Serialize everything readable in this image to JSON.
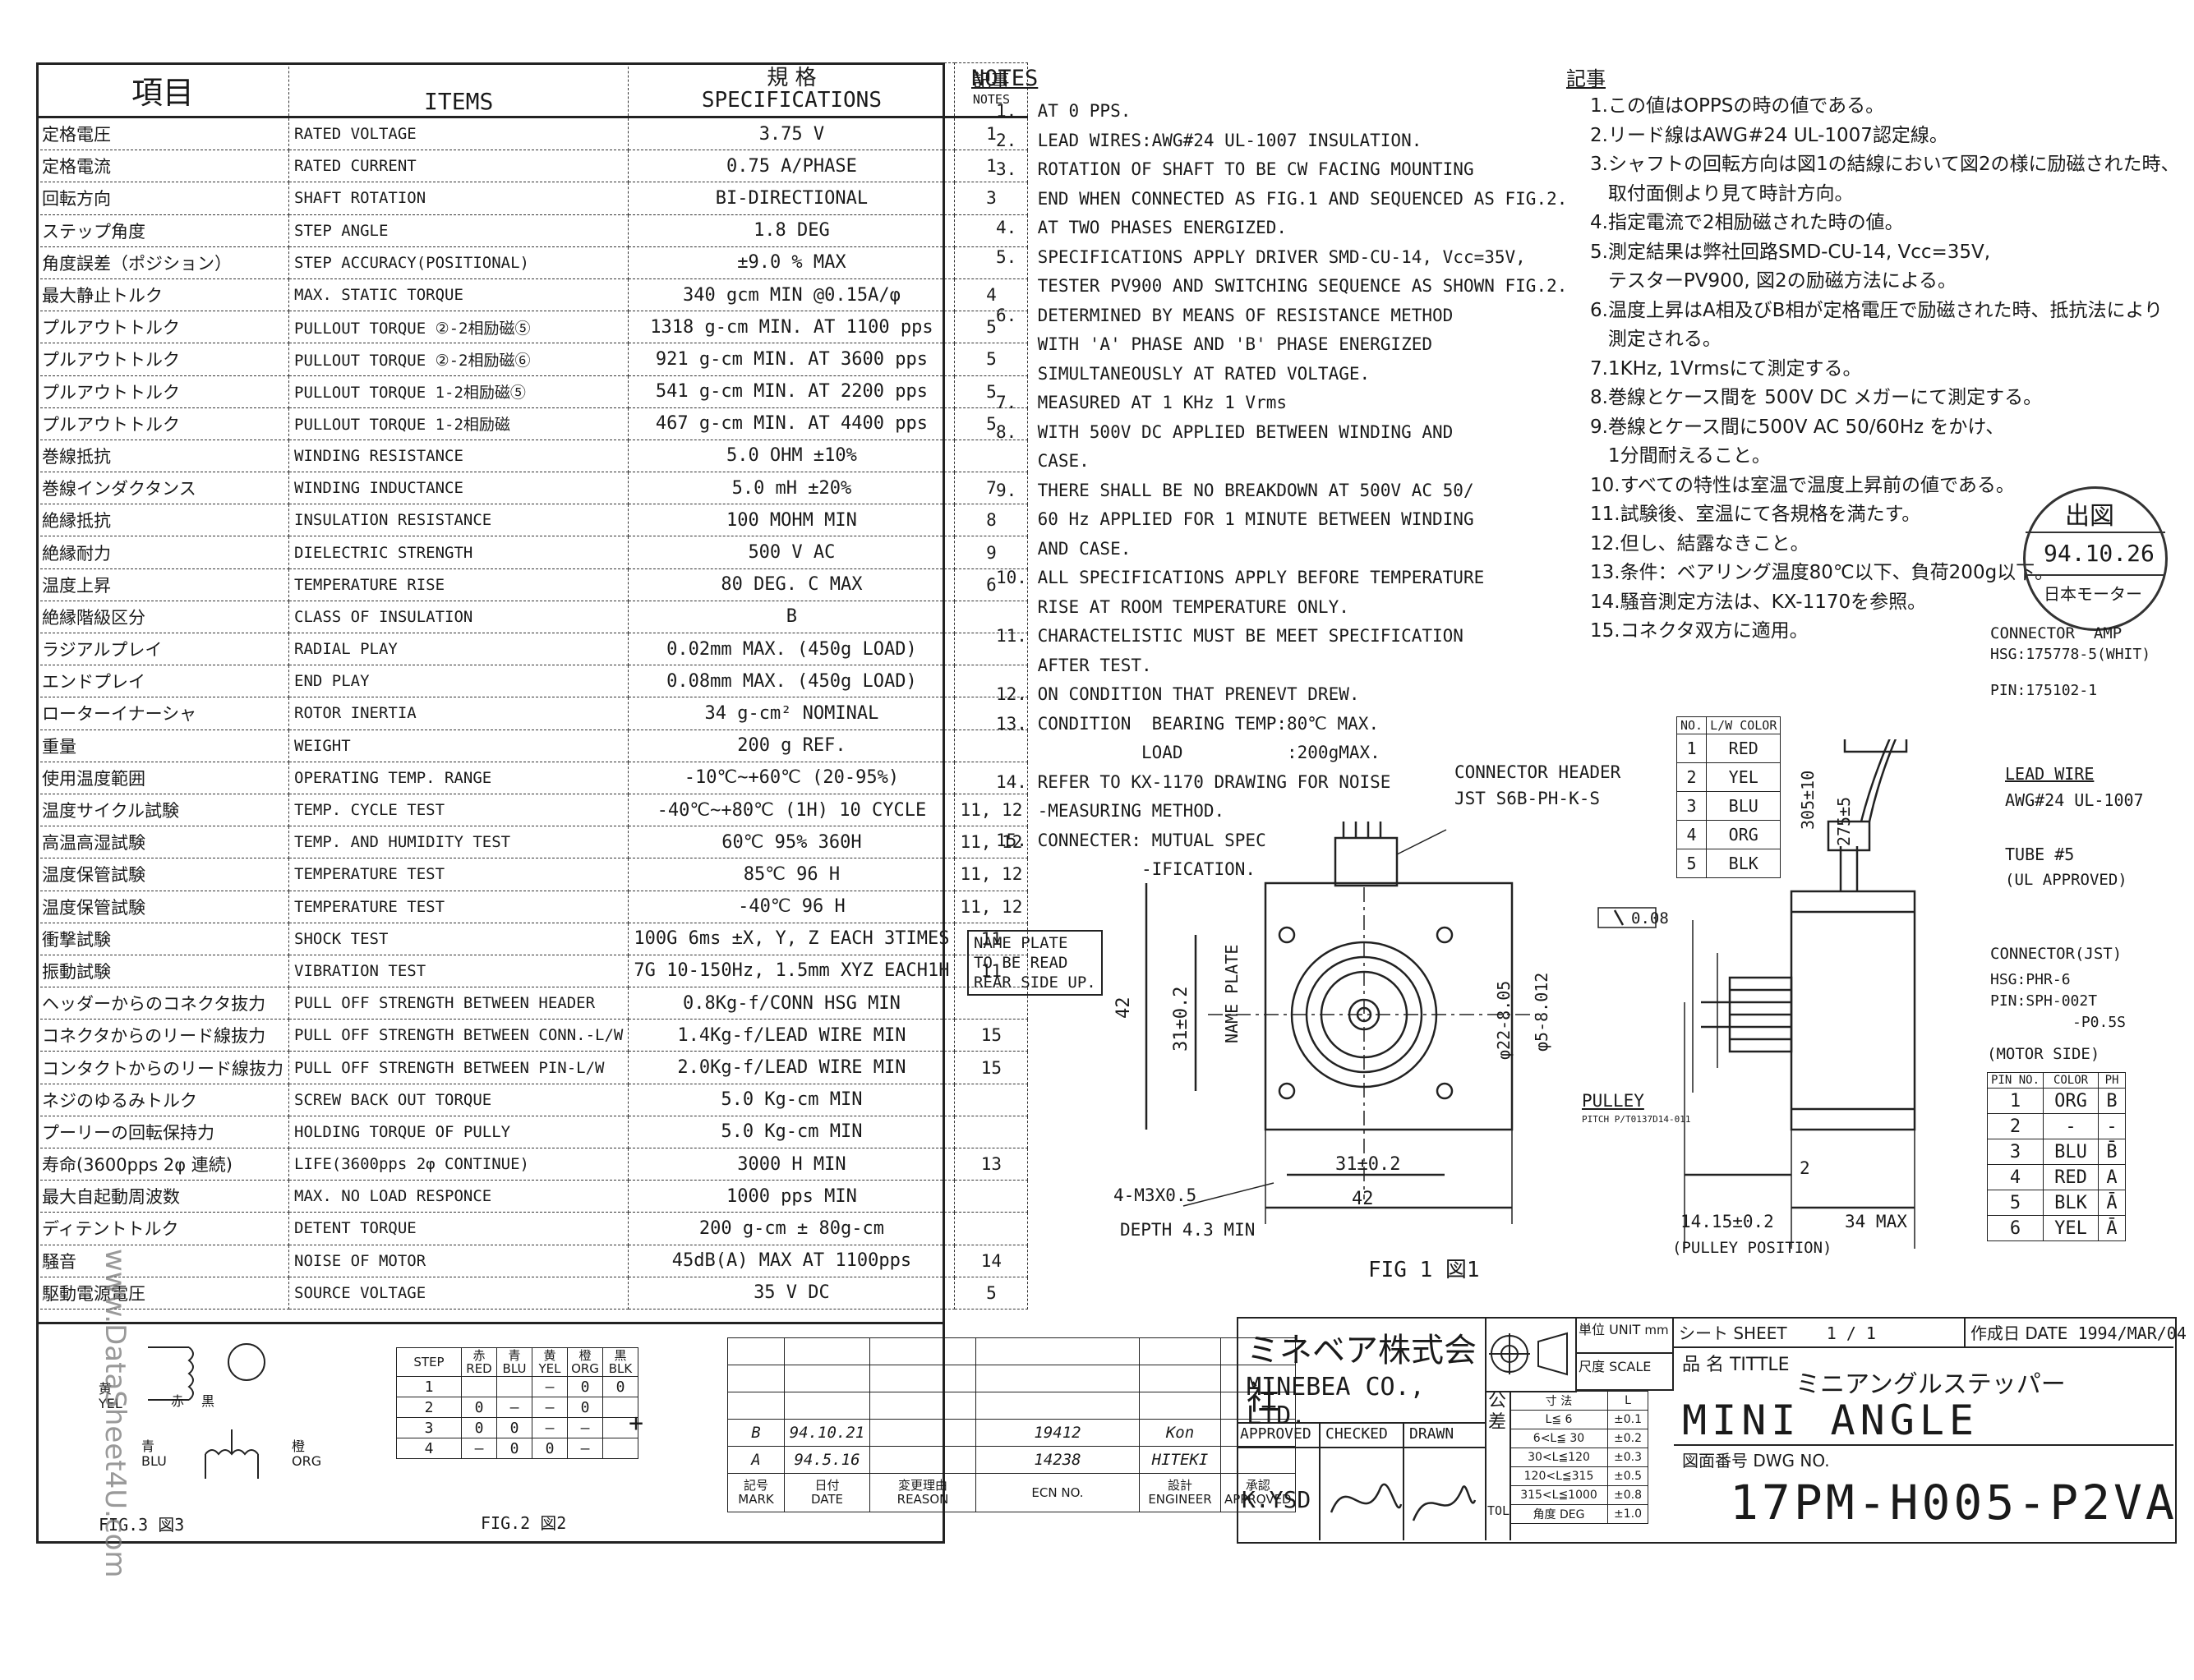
{
  "header": {
    "items_jp": "項目",
    "items_en": "ITEMS",
    "spec_jp": "規  格",
    "spec_en": "SPECIFICATIONS",
    "notes_jp": "記事",
    "notes_en": "NOTES"
  },
  "spec_rows": [
    {
      "jp": "定格電圧",
      "en": "RATED VOLTAGE",
      "spec": "3.75 V",
      "note": "1"
    },
    {
      "jp": "定格電流",
      "en": "RATED CURRENT",
      "spec": "0.75 A/PHASE",
      "note": "1"
    },
    {
      "jp": "回転方向",
      "en": "SHAFT ROTATION",
      "spec": "BI-DIRECTIONAL",
      "note": "3"
    },
    {
      "jp": "ステップ角度",
      "en": "STEP ANGLE",
      "spec": "1.8 DEG",
      "note": ""
    },
    {
      "jp": "角度誤差（ポジション）",
      "en": "STEP ACCURACY(POSITIONAL)",
      "spec": "±9.0 % MAX",
      "note": ""
    },
    {
      "jp": "最大静止トルク",
      "en": "MAX. STATIC TORQUE",
      "spec": "340 gcm MIN @0.15A/φ",
      "note": "4"
    },
    {
      "jp": "プルアウトトルク",
      "en": "PULLOUT TORQUE ②-2相励磁⑤",
      "spec": "1318 g-cm MIN. AT 1100 pps",
      "note": "5"
    },
    {
      "jp": "プルアウトトルク",
      "en": "PULLOUT TORQUE ②-2相励磁⑥",
      "spec": "921 g-cm MIN. AT 3600 pps",
      "note": "5"
    },
    {
      "jp": "プルアウトトルク",
      "en": "PULLOUT TORQUE 1-2相励磁⑤",
      "spec": "541 g-cm MIN. AT 2200 pps",
      "note": "5"
    },
    {
      "jp": "プルアウトトルク",
      "en": "PULLOUT TORQUE 1-2相励磁",
      "spec": "467 g-cm MIN. AT 4400 pps",
      "note": "5"
    },
    {
      "jp": "巻線抵抗",
      "en": "WINDING RESISTANCE",
      "spec": "5.0 OHM ±10%",
      "note": ""
    },
    {
      "jp": "巻線インダクタンス",
      "en": "WINDING INDUCTANCE",
      "spec": "5.0 mH ±20%",
      "note": "7"
    },
    {
      "jp": "絶縁抵抗",
      "en": "INSULATION RESISTANCE",
      "spec": "100 MOHM MIN",
      "note": "8"
    },
    {
      "jp": "絶縁耐力",
      "en": "DIELECTRIC STRENGTH",
      "spec": "500 V AC",
      "note": "9"
    },
    {
      "jp": "温度上昇",
      "en": "TEMPERATURE RISE",
      "spec": "80 DEG. C MAX",
      "note": "6"
    },
    {
      "jp": "絶縁階級区分",
      "en": "CLASS OF INSULATION",
      "spec": "B",
      "note": ""
    },
    {
      "jp": "ラジアルプレイ",
      "en": "RADIAL PLAY",
      "spec": "0.02mm MAX. (450g LOAD)",
      "note": ""
    },
    {
      "jp": "エンドプレイ",
      "en": "END PLAY",
      "spec": "0.08mm MAX. (450g LOAD)",
      "note": ""
    },
    {
      "jp": "ローターイナーシャ",
      "en": "ROTOR INERTIA",
      "spec": "34 g-cm² NOMINAL",
      "note": ""
    },
    {
      "jp": "重量",
      "en": "WEIGHT",
      "spec": "200 g REF.",
      "note": ""
    },
    {
      "jp": "使用温度範囲",
      "en": "OPERATING TEMP. RANGE",
      "spec": "-10℃~+60℃ (20-95%)",
      "note": ""
    },
    {
      "jp": "温度サイクル試験",
      "en": "TEMP. CYCLE TEST",
      "spec": "-40℃~+80℃ (1H) 10 CYCLE",
      "note": "11, 12"
    },
    {
      "jp": "高温高湿試験",
      "en": "TEMP. AND HUMIDITY TEST",
      "spec": "60℃ 95% 360H",
      "note": "11, 12"
    },
    {
      "jp": "温度保管試験",
      "en": "TEMPERATURE TEST",
      "spec": "85℃ 96 H",
      "note": "11, 12"
    },
    {
      "jp": "温度保管試験",
      "en": "TEMPERATURE TEST",
      "spec": "-40℃ 96 H",
      "note": "11, 12"
    },
    {
      "jp": "衝撃試験",
      "en": "SHOCK TEST",
      "spec": "100G 6ms ±X, Y, Z EACH 3TIMES",
      "note": "11"
    },
    {
      "jp": "振動試験",
      "en": "VIBRATION TEST",
      "spec": "7G 10-150Hz, 1.5mm XYZ EACH1H",
      "note": "11"
    },
    {
      "jp": "ヘッダーからのコネクタ抜力",
      "en": "PULL OFF STRENGTH BETWEEN HEADER",
      "spec": "0.8Kg-f/CONN HSG MIN",
      "note": ""
    },
    {
      "jp": "コネクタからのリード線抜力",
      "en": "PULL OFF STRENGTH BETWEEN CONN.-L/W",
      "spec": "1.4Kg-f/LEAD WIRE MIN",
      "note": "15"
    },
    {
      "jp": "コンタクトからのリード線抜力",
      "en": "PULL OFF STRENGTH BETWEEN PIN-L/W",
      "spec": "2.0Kg-f/LEAD WIRE MIN",
      "note": "15"
    },
    {
      "jp": "ネジのゆるみトルク",
      "en": "SCREW BACK OUT TORQUE",
      "spec": "5.0 Kg-cm MIN",
      "note": ""
    },
    {
      "jp": "プーリーの回転保持力",
      "en": "HOLDING TORQUE OF PULLY",
      "spec": "5.0 Kg-cm MIN",
      "note": ""
    },
    {
      "jp": "寿命(3600pps 2φ 連続)",
      "en": "LIFE(3600pps 2φ CONTINUE)",
      "spec": "3000 H MIN",
      "note": "13"
    },
    {
      "jp": "最大自起動周波数",
      "en": "MAX. NO LOAD RESPONCE",
      "spec": "1000 pps MIN",
      "note": ""
    },
    {
      "jp": "ディテントトルク",
      "en": "DETENT TORQUE",
      "spec": "200 g-cm ± 80g-cm",
      "note": ""
    },
    {
      "jp": "騒音",
      "en": "NOISE OF MOTOR",
      "spec": "45dB(A) MAX AT 1100pps",
      "note": "14"
    },
    {
      "jp": "駆動電源電圧",
      "en": "SOURCE VOLTAGE",
      "spec": "35 V DC",
      "note": "5"
    }
  ],
  "notes_title": "NOTES",
  "notes_en": [
    "1.  AT 0 PPS.",
    "2.  LEAD WIRES:AWG#24 UL-1007 INSULATION.",
    "3.  ROTATION OF SHAFT TO BE CW FACING MOUNTING",
    "    END WHEN CONNECTED AS FIG.1 AND SEQUENCED AS FIG.2.",
    "4.  AT TWO PHASES ENERGIZED.",
    "5.  SPECIFICATIONS APPLY DRIVER SMD-CU-14, Vcc=35V,",
    "    TESTER PV900 AND SWITCHING SEQUENCE AS SHOWN FIG.2.",
    "6.  DETERMINED BY MEANS OF RESISTANCE METHOD",
    "    WITH 'A' PHASE AND 'B' PHASE ENERGIZED",
    "    SIMULTANEOUSLY AT RATED VOLTAGE.",
    "7.  MEASURED AT 1 KHz 1 Vrms",
    "8.  WITH 500V DC APPLIED BETWEEN WINDING AND",
    "    CASE.",
    "9.  THERE SHALL BE NO BREAKDOWN AT 500V AC 50/",
    "    60 Hz APPLIED FOR 1 MINUTE BETWEEN WINDING",
    "    AND CASE.",
    "10. ALL SPECIFICATIONS APPLY BEFORE TEMPERATURE",
    "    RISE AT ROOM TEMPERATURE ONLY.",
    "11. CHARACTELISTIC MUST BE MEET SPECIFICATION",
    "    AFTER TEST.",
    "12. ON CONDITION THAT PRENEVT DREW.",
    "13. CONDITION  BEARING TEMP:80℃ MAX.",
    "              LOAD          :200gMAX.",
    "14. REFER TO KX-1170 DRAWING FOR NOISE",
    "    -MEASURING METHOD.",
    "15. CONNECTER: MUTUAL SPEC",
    "              -IFICATION."
  ],
  "notes_jp_title": "記事",
  "notes_jp": [
    "1.この値はOPPSの時の値である。",
    "2.リード線はAWG#24 UL-1007認定線。",
    "3.シャフトの回転方向は図1の結線において図2の様に励磁された時、",
    "   取付面側より見て時計方向。",
    "4.指定電流で2相励磁された時の値。",
    "5.測定結果は弊社回路SMD-CU-14, Vcc=35V,",
    "   テスターPV900, 図2の励磁方法による。",
    "6.温度上昇はA相及びB相が定格電圧で励磁された時、抵抗法により",
    "   測定される。",
    "7.1KHz, 1Vrmsにて測定する。",
    "8.巻線とケース間を 500V DC メガーにて測定する。",
    "9.巻線とケース間に500V AC 50/60Hz をかけ、",
    "   1分間耐えること。",
    "10.すべての特性は室温で温度上昇前の値である。",
    "11.試験後、室温にて各規格を満たす。",
    "12.但し、結露なきこと。",
    "13.条件：ベアリング温度80℃以下、負荷200g以下。",
    "14.騒音測定方法は、KX-1170を参照。",
    "15.コネクタ双方に適用。"
  ],
  "stamp": {
    "top": "出図",
    "date": "94.10.26",
    "bottom": "日本モーター"
  },
  "wire_table": {
    "headers": [
      "NO.",
      "L/W COLOR"
    ],
    "rows": [
      [
        "1",
        "RED"
      ],
      [
        "2",
        "YEL"
      ],
      [
        "3",
        "BLU"
      ],
      [
        "4",
        "ORG"
      ],
      [
        "5",
        "BLK"
      ]
    ]
  },
  "motor_side": {
    "title": "(MOTOR SIDE)",
    "headers": [
      "PIN NO.",
      "COLOR",
      "PH"
    ],
    "rows": [
      [
        "1",
        "ORG",
        "B"
      ],
      [
        "2",
        "-",
        "-"
      ],
      [
        "3",
        "BLU",
        "B̄"
      ],
      [
        "4",
        "RED",
        "A"
      ],
      [
        "5",
        "BLK",
        "Ā"
      ],
      [
        "6",
        "YEL",
        "Ā"
      ]
    ]
  },
  "fig1_labels": {
    "connector_header": "CONNECTOR HEADER",
    "jst": "JST S6B-PH-K-S",
    "name_plate_note": "NAME PLATE\nTO BE READ\nREAR SIDE UP.",
    "name_plate": "NAME PLATE",
    "dim_42_v": "42",
    "dim_31_v": "31±0.2",
    "dim_31_h": "31±0.2",
    "dim_42_h": "42",
    "screw": "4-M3X0.5",
    "depth": "DEPTH 4.3 MIN",
    "flatness": "0.08",
    "dia22": "φ22-8.05",
    "dia5": "φ5-8.012",
    "pulley": "PULLEY",
    "pulley_sub": "PITCH P/T0137D14-011",
    "dim_2": "2",
    "dim_1415": "14.15±0.2",
    "pulley_pos": "(PULLEY POSITION)",
    "dim_34": "34 MAX",
    "dim_305": "305±10",
    "dim_275": "275±5",
    "connector_amp": "CONNECTOR  AMP",
    "hsg": "HSG:175778-5(WHIT)",
    "pin": "PIN:175102-1",
    "lead_wire": "LEAD WIRE",
    "awg": "AWG#24 UL-1007",
    "tube": "TUBE #5",
    "ul": "(UL APPROVED)",
    "connector_jst": "CONNECTOR(JST)",
    "hsg2": "HSG:PHR-6",
    "pin2": "PIN:SPH-002T",
    "pin2b": "-P0.5S",
    "fig_title": "FIG 1 図1"
  },
  "fig3": {
    "label": "FIG.3 図3",
    "yel": "黄\nYEL",
    "blu": "青\nBLU",
    "org": "橙\nORG",
    "red": "赤",
    "blk": "黒"
  },
  "fig2": {
    "label": "FIG.2 図2",
    "headers": [
      "STEP",
      "赤\nRED",
      "青\nBLU",
      "黄\nYEL",
      "橙\nORG",
      "黒\nBLK"
    ],
    "rows": [
      [
        "1",
        "",
        "",
        "—",
        "0",
        "0"
      ],
      [
        "2",
        "0",
        "—",
        "—",
        "0",
        ""
      ],
      [
        "3",
        "0",
        "0",
        "—",
        "—",
        ""
      ],
      [
        "4",
        "—",
        "0",
        "0",
        "—",
        ""
      ]
    ]
  },
  "revisions": {
    "rows": [
      {
        "mark": "B",
        "date": "94.10.21",
        "reason": "",
        "ecn": "19412",
        "eng": "Kon"
      },
      {
        "mark": "A",
        "date": "94.5.16",
        "reason": "",
        "ecn": "14238",
        "eng": "HITEKI"
      }
    ],
    "headers": {
      "mark": "記号\nMARK",
      "date": "日付\nDATE",
      "reason": "変更理由\nREASON",
      "ecn": "ECN NO.",
      "eng": "設計\nENGINEER",
      "appr": "承認\nAPPROVED"
    }
  },
  "title_block": {
    "company_jp": "ミネベア株式会社",
    "company_en": "MINEBEA CO., LTD.",
    "approved": "APPROVED",
    "checked": "CHECKED",
    "drawn": "DRAWN",
    "approver": "K.YSD",
    "tol_jp": "公差",
    "tol": "TOL",
    "unit_label": "単位 UNIT",
    "unit": "mm",
    "scale_label": "尺度 SCALE",
    "sheet_label": "シート SHEET",
    "sheet": "1 / 1",
    "date_label": "作成日 DATE",
    "date": "1994/MAR/04",
    "title_label": "品 名 TITTLE",
    "title_jp": "ミニアングルステッパー",
    "title_en": "MINI ANGLE",
    "dwg_label": "図面番号 DWG NO.",
    "dwg_no": "17PM-H005-P2VA",
    "tol_rows": [
      [
        "寸 法",
        "L"
      ],
      [
        "L≦ 6",
        "±0.1"
      ],
      [
        "6<L≦ 30",
        "±0.2"
      ],
      [
        "30<L≦120",
        "±0.3"
      ],
      [
        "120<L≦315",
        "±0.5"
      ],
      [
        "315<L≦1000",
        "±0.8"
      ],
      [
        "角度 DEG",
        "±1.0"
      ]
    ]
  },
  "watermark": "www.DataSheet4U.com"
}
